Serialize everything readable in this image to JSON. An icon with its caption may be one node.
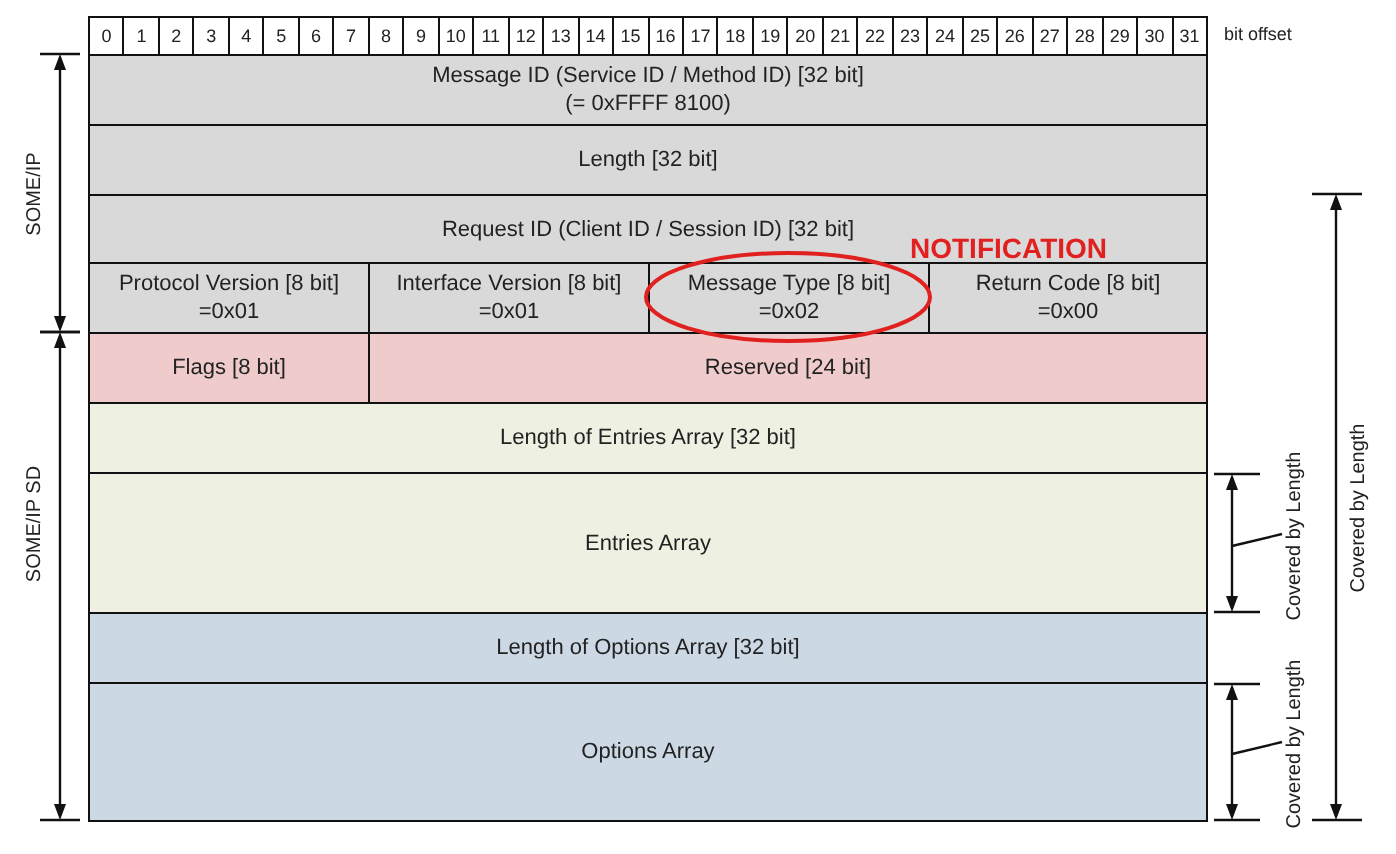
{
  "diagram": {
    "nodes": [
      {
        "text": [
          "Message ID (Service ID / Method ID) [32 bit]",
          "(= 0xFFFF 8100)"
        ]
      },
      {
        "text": [
          "Length [32 bit]"
        ]
      },
      {
        "text": [
          "Request ID (Client ID / Session ID) [32 bit]"
        ]
      },
      {
        "text": [
          "Protocol Version [8 bit]",
          "=0x01"
        ]
      },
      {
        "text": [
          "Interface Version [8 bit]",
          "=0x01"
        ]
      },
      {
        "text": [
          "Message Type [8 bit]",
          "=0x02"
        ]
      },
      {
        "text": [
          "Return Code [8 bit]",
          "=0x00"
        ]
      },
      {
        "text": [
          "Flags [8 bit]"
        ]
      },
      {
        "text": [
          "Reserved [24 bit]"
        ]
      },
      {
        "text": [
          "Length of Entries Array [32 bit]"
        ]
      },
      {
        "text": [
          "Entries Array"
        ]
      },
      {
        "text": [
          "Length of Options Array [32 bit]"
        ]
      },
      {
        "text": [
          "Options Array"
        ]
      }
    ],
    "labels": [
      "0",
      "1",
      "2",
      "3",
      "4",
      "5",
      "6",
      "7",
      "8",
      "9",
      "10",
      "11",
      "12",
      "13",
      "14",
      "15",
      "16",
      "17",
      "18",
      "19",
      "20",
      "21",
      "22",
      "23",
      "24",
      "25",
      "26",
      "27",
      "28",
      "29",
      "30",
      "31",
      "bit offset",
      "SOME/IP",
      "NOTIFICATION",
      "SOME/IP SD",
      "Covered by Length",
      "Covered by Length",
      "Covered by Length"
    ]
  }
}
